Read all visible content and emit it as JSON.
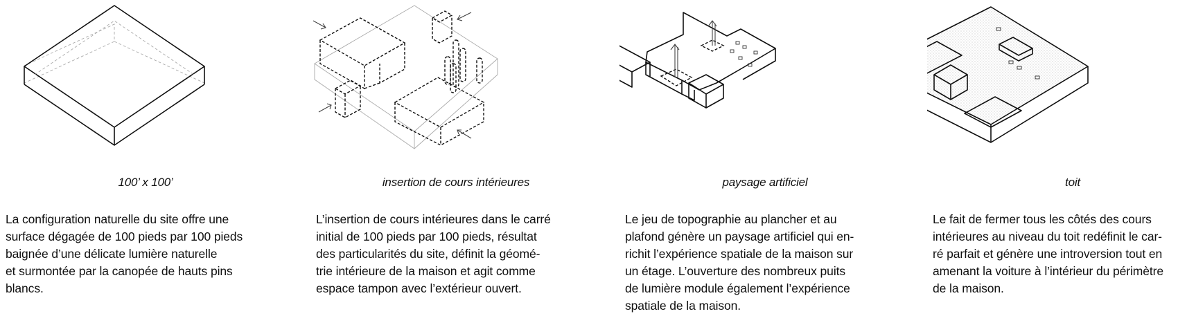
{
  "panels": [
    {
      "caption": "100’ x 100’",
      "lines": [
        "La configuration naturelle du site offre une",
        "surface dégagée de 100 pieds par 100 pieds",
        "baignée d’une délicate lumière naturelle",
        "et surmontée par la canopée de hauts pins",
        "blancs."
      ]
    },
    {
      "caption": "insertion de cours intérieures",
      "lines": [
        "L’insertion de cours intérieures dans le carré",
        "initial de 100 pieds par 100 pieds, résultat",
        "des particularités du site, définit la géomé-",
        "trie intérieure de la maison et agit comme",
        "espace tampon avec l’extérieur ouvert."
      ]
    },
    {
      "caption": "paysage artificiel",
      "lines": [
        "Le jeu de topographie au plancher et au",
        "plafond génère un paysage artificiel qui en-",
        "richit l’expérience spatiale de la maison sur",
        "un étage. L’ouverture des nombreux puits",
        "de lumière module également l’expérience",
        "spatiale de la maison."
      ]
    },
    {
      "caption": "toit",
      "lines": [
        "Le fait de fermer tous les côtés des cours",
        "intérieures au niveau du toit redéfinit le car-",
        "ré parfait et génère une introversion tout en",
        "amenant la voiture à l’intérieur du périmètre",
        "de la maison."
      ]
    }
  ]
}
